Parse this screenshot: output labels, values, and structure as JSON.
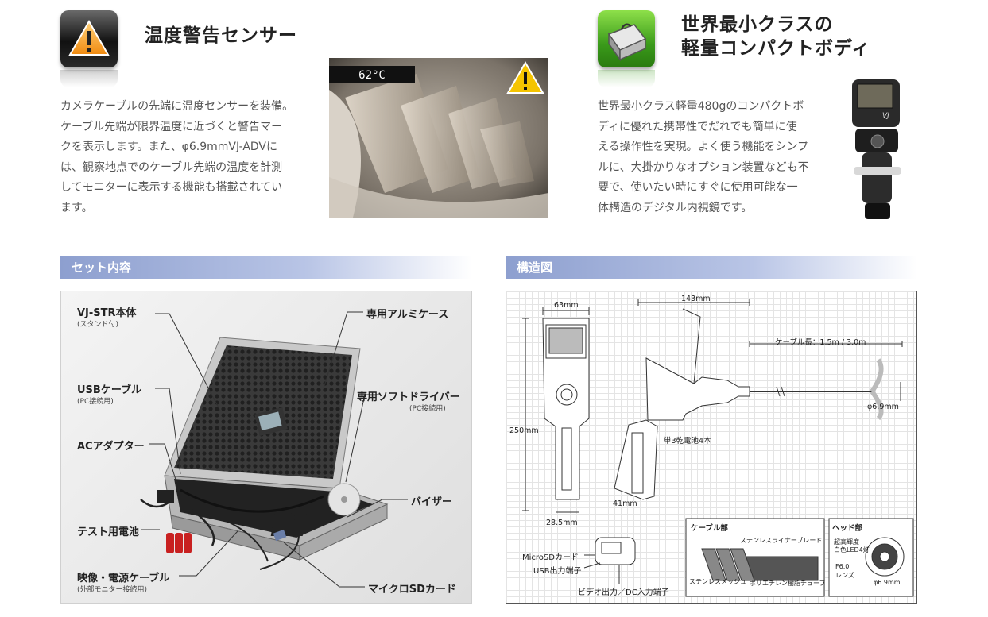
{
  "features": [
    {
      "title": "温度警告センサー",
      "lines": [
        "カメラケーブルの先端に温度センサーを装備。",
        "ケーブル先端が限界温度に近づくと警告マー",
        "クを表示します。また、φ6.9mmVJ-ADVに",
        "は、観察地点でのケーブル先端の温度を計測",
        "してモニターに表示する機能も搭載されてい",
        "ます。"
      ],
      "overlay_temp": "62°C"
    },
    {
      "title_lines": [
        "世界最小クラスの",
        "軽量コンパクトボディ"
      ],
      "lines": [
        "世界最小クラス軽量480gのコンパクトボ",
        "ディに優れた携帯性でだれでも簡単に使",
        "える操作性を実現。よく使う機能をシンプ",
        "ルに、大掛かりなオプション装置なども不",
        "要で、使いたい時にすぐに使用可能な一",
        "体構造のデジタル内視鏡です。"
      ],
      "device_badge": "VJ"
    }
  ],
  "set_section": {
    "title": "セット内容",
    "items": [
      {
        "label": "VJ-STR本体",
        "sub": "(スタンド付)"
      },
      {
        "label": "USBケーブル",
        "sub": "(PC接続用)"
      },
      {
        "label": "ACアダプター",
        "sub": ""
      },
      {
        "label": "テスト用電池",
        "sub": ""
      },
      {
        "label": "映像・電源ケーブル",
        "sub": "(外部モニター接続用)"
      },
      {
        "label": "専用アルミケース",
        "sub": ""
      },
      {
        "label": "専用ソフトドライバー",
        "sub": "(PC接続用)"
      },
      {
        "label": "バイザー",
        "sub": ""
      },
      {
        "label": "マイクロSDカード",
        "sub": ""
      }
    ]
  },
  "structure_section": {
    "title": "構造図",
    "dims": {
      "width_63": "63mm",
      "width_143": "143mm",
      "height_250": "250mm",
      "cable_length": "ケーブル長：1.5m / 3.0m",
      "dia": "φ6.9mm",
      "base_285": "28.5mm",
      "grip_41": "41mm"
    },
    "battery": "単3乾電池4本",
    "ports": [
      "MicroSDカード",
      "USB出力端子",
      "ビデオ出力／DC入力端子"
    ],
    "cable_box": {
      "title": "ケーブル部",
      "labels": [
        "ステンレスライナーブレード",
        "ステンレスメッシュ",
        "ポリエチレン樹脂チューブ"
      ]
    },
    "head_box": {
      "title": "ヘッド部",
      "labels": [
        "超高輝度",
        "白色LED4灯",
        "F6.0",
        "レンズ",
        "φ6.9mm"
      ]
    }
  },
  "colors": {
    "band_start": "#8d9fcf",
    "warning_yellow": "#f5c400",
    "green_icon": "#3a9a1a"
  }
}
